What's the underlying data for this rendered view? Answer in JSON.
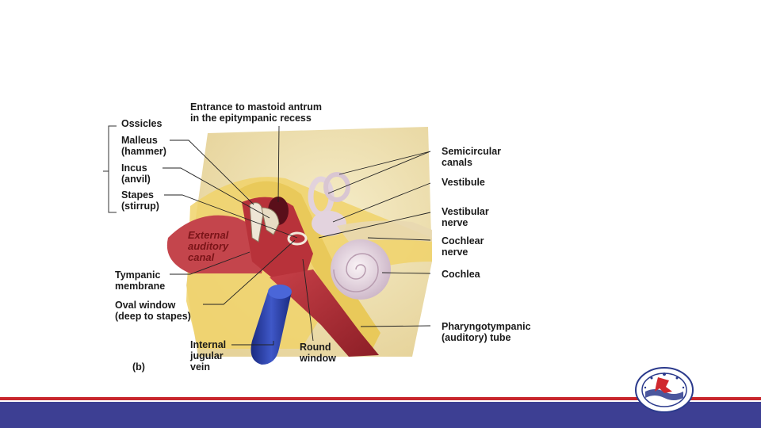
{
  "figure": {
    "panel_letter": "(b)",
    "labels": {
      "ossicles": "Ossicles",
      "malleus": [
        "Malleus",
        "(hammer)"
      ],
      "incus": [
        "Incus",
        "(anvil)"
      ],
      "stapes": [
        "Stapes",
        "(stirrup)"
      ],
      "mastoid": [
        "Entrance to mastoid antrum",
        "in the epitympanic recess"
      ],
      "ext_canal": [
        "External",
        "auditory",
        "canal"
      ],
      "tympanic": [
        "Tympanic",
        "membrane"
      ],
      "oval": [
        "Oval window",
        "(deep to stapes)"
      ],
      "jugular": [
        "Internal",
        "jugular",
        "vein"
      ],
      "round": [
        "Round",
        "window"
      ],
      "semicircular": [
        "Semicircular",
        "canals"
      ],
      "vestibule": "Vestibule",
      "vest_nerve": [
        "Vestibular",
        "nerve"
      ],
      "coch_nerve": [
        "Cochlear",
        "nerve"
      ],
      "cochlea": "Cochlea",
      "pharyngo": [
        "Pharyngotympanic",
        "(auditory) tube"
      ]
    }
  },
  "colors": {
    "footer_red": "#c8262c",
    "footer_blue": "#3d3f93",
    "bone": "#f0d890",
    "tissue": "#b8323a",
    "vein": "#2a3da0",
    "inner_ear": "#e9dde6"
  },
  "logo": {
    "icon": "university-seal-icon"
  }
}
